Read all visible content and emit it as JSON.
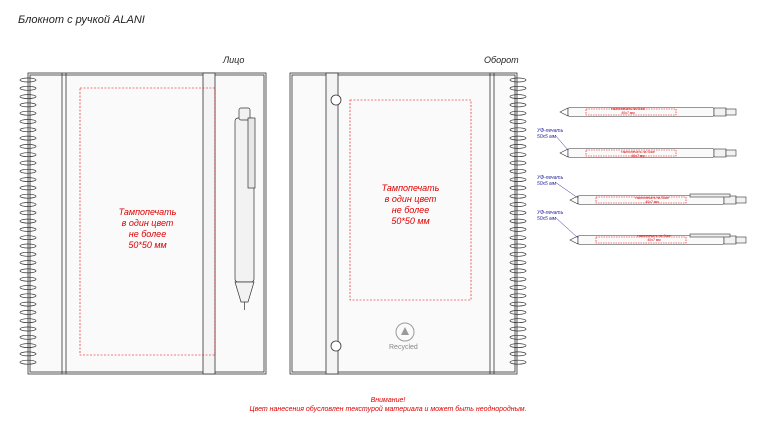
{
  "title": "Блокнот с ручкой ALANI",
  "front_label": "Лицо",
  "back_label": "Оборот",
  "front_print": [
    "Тампопечать",
    "в один цвет",
    "не более",
    "50*50 мм"
  ],
  "back_print": [
    "Тампопечать",
    "в один цвет",
    "не более",
    "50*50 мм"
  ],
  "recycled_label": "Recycled",
  "warning_title": "Внимание!",
  "warning_text": "Цвет нанесения обусловлен текстурой материала и может быть неоднородным.",
  "pens": [
    {
      "side_label": "",
      "side_size": "",
      "inner_lines": [
        "тампопечать на боке",
        "40x7 мм"
      ]
    },
    {
      "side_label": "УФ-печать",
      "side_size": "50x5 мм",
      "inner_lines": [
        "тампопечать на боке",
        "40x7 мм"
      ]
    },
    {
      "side_label": "УФ-печать",
      "side_size": "50x5 мм",
      "inner_lines": [
        "тампопечать на боке",
        "40x7 мм"
      ]
    },
    {
      "side_label": "УФ-печать",
      "side_size": "50x5 мм",
      "inner_lines": [
        "тампопечать на боке",
        "40x7 мм"
      ]
    }
  ],
  "colors": {
    "accent": "#e00000",
    "outline": "#333333",
    "label_blue": "#2a2aa0"
  }
}
